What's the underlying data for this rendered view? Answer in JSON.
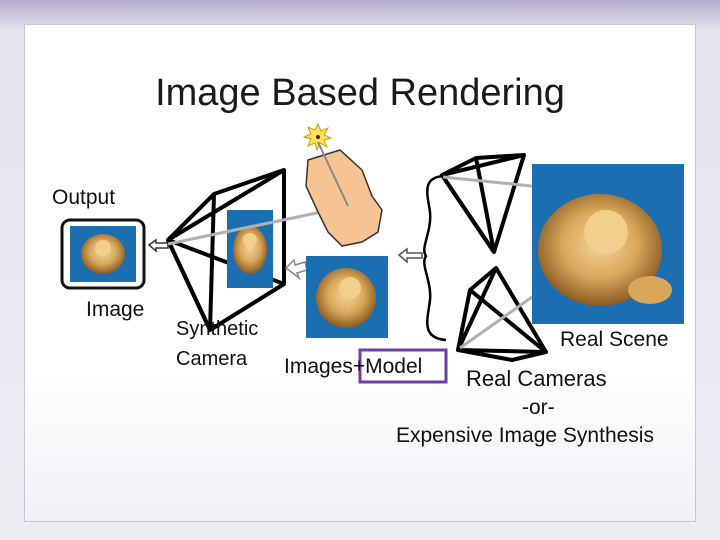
{
  "title": "Image Based Rendering",
  "labels": {
    "output": "Output",
    "image": "Image",
    "synthetic_line1": "Synthetic",
    "synthetic_line2": "Camera",
    "images_model": "Images+Model",
    "real_scene": "Real Scene",
    "real_cameras": "Real Cameras",
    "or": "-or-",
    "expensive": "Expensive Image Synthesis"
  },
  "colors": {
    "photo_background": "#1b6fb0",
    "model_shape": "#f7c393",
    "highlight_box": "#6a3fa8",
    "ray_gray": "#b0b0b0"
  }
}
